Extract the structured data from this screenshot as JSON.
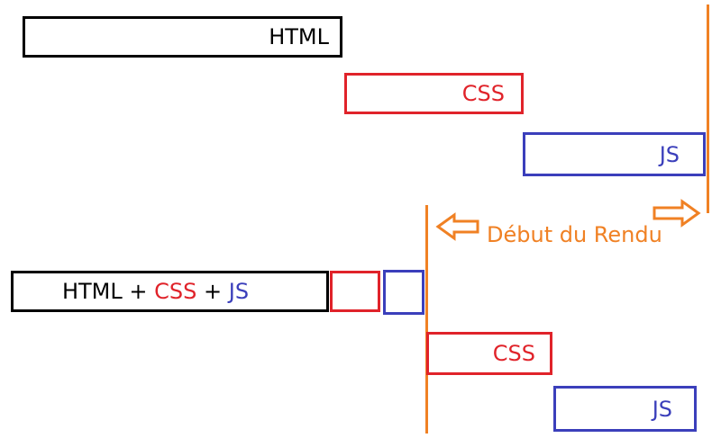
{
  "colors": {
    "html": "#000000",
    "css": "#e0232a",
    "js": "#3b3fbb",
    "render": "#f08124"
  },
  "top_sequence": {
    "html_label": "HTML",
    "css_label": "CSS",
    "js_label": "JS"
  },
  "bottom_sequence": {
    "combined_label": {
      "html": "HTML",
      "plus1": " + ",
      "css": "CSS",
      "plus2": " + ",
      "js": "JS"
    },
    "css_label": "CSS",
    "js_label": "JS"
  },
  "render_label": "Début du Rendu"
}
